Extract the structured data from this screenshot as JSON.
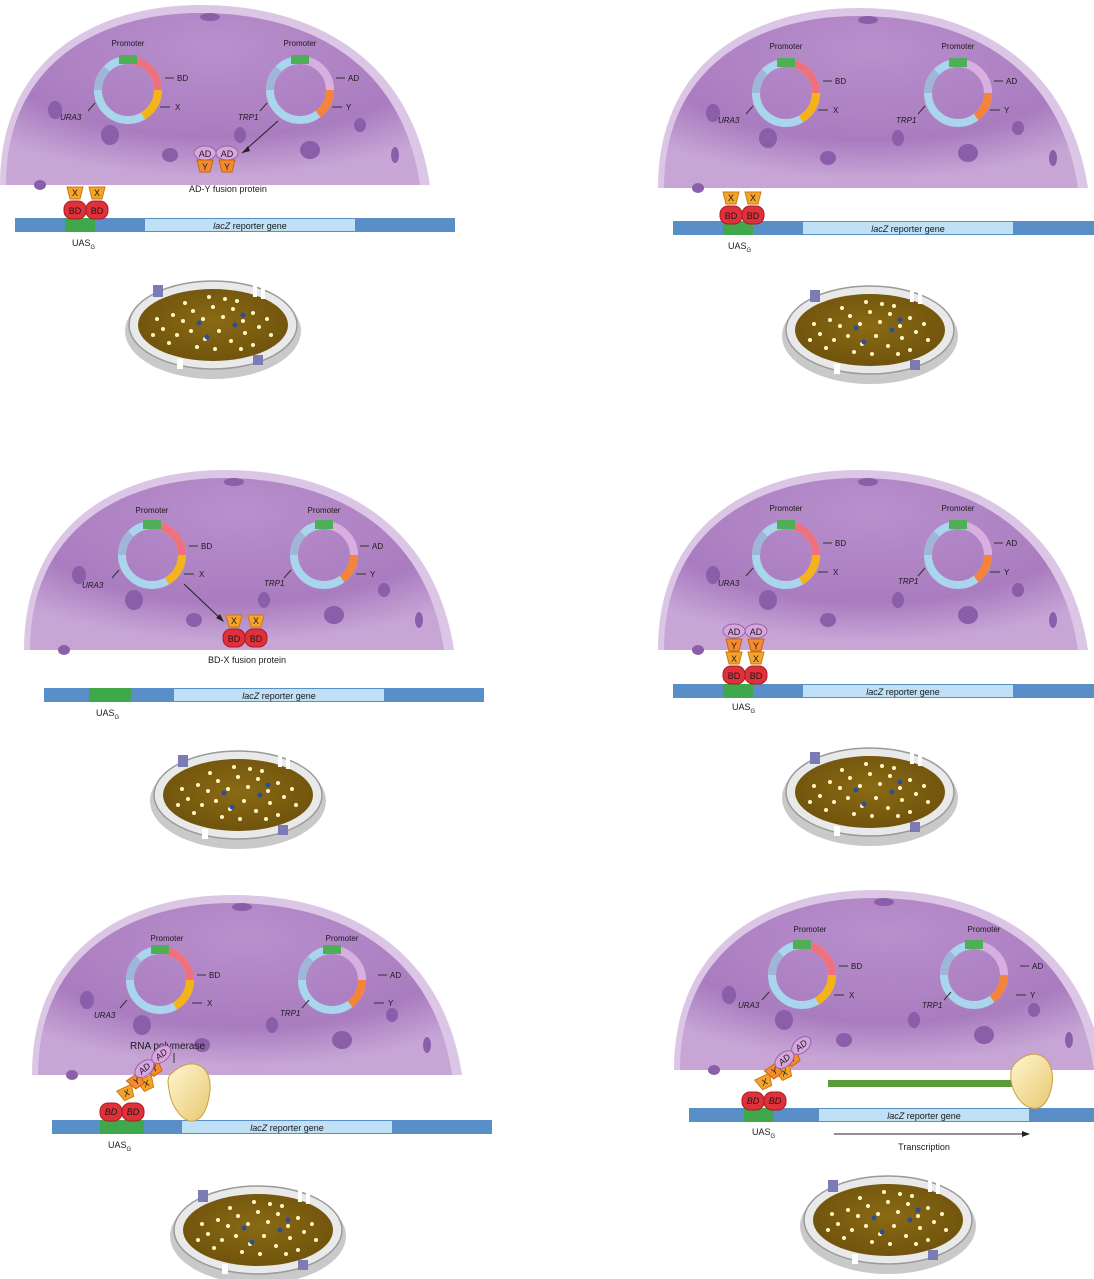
{
  "labels": {
    "promoter": "Promoter",
    "bd": "BD",
    "ad": "AD",
    "x": "X",
    "y": "Y",
    "ura3": "URA3",
    "trp1": "TRP1",
    "uas": "UAS",
    "uas_sub": "G",
    "lacz_italic": "lacZ",
    "lacz_rest": " reporter gene",
    "ad_y_fusion": "AD-Y fusion protein",
    "bd_x_fusion": "BD-X fusion protein",
    "rna_polymerase": "RNA polymerase",
    "transcription": "Transcription"
  },
  "panels": [
    {
      "id": "p1",
      "bound": [
        "x"
      ],
      "free": "ad_y",
      "arrow": "trp1"
    },
    {
      "id": "p2",
      "bound": [
        "x"
      ],
      "free": null
    },
    {
      "id": "p3",
      "bound": [],
      "free": "bd_x",
      "arrow": "ura3"
    },
    {
      "id": "p4",
      "bound": [
        "x",
        "y"
      ],
      "free": null
    },
    {
      "id": "p5",
      "bound": [
        "x",
        "y",
        "pol"
      ],
      "free": null
    },
    {
      "id": "p6",
      "bound": [
        "x",
        "y"
      ],
      "free": null,
      "transcription": true
    }
  ]
}
